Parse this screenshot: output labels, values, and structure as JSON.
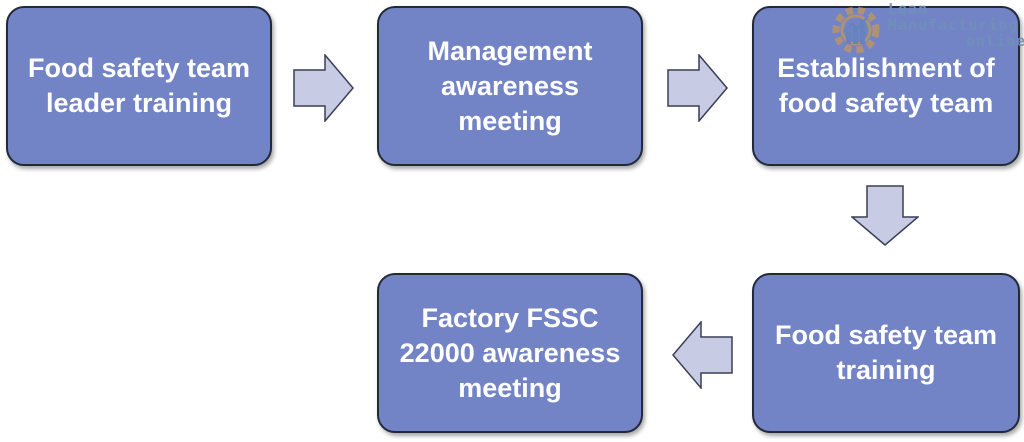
{
  "steps": [
    {
      "label": "Food safety team leader training"
    },
    {
      "label": "Management awareness meeting"
    },
    {
      "label": "Establishment of food safety team"
    },
    {
      "label": "Food safety team training"
    },
    {
      "label": "Factory FSSC 22000 awareness meeting"
    }
  ],
  "watermark": {
    "line1": "Lean",
    "line2": "Manufacturing",
    "line3": "online"
  },
  "colors": {
    "box_fill": "#7283c6",
    "box_border": "#222a3a",
    "arrow_fill": "#c7cbe4",
    "watermark": "#6f90b8"
  }
}
